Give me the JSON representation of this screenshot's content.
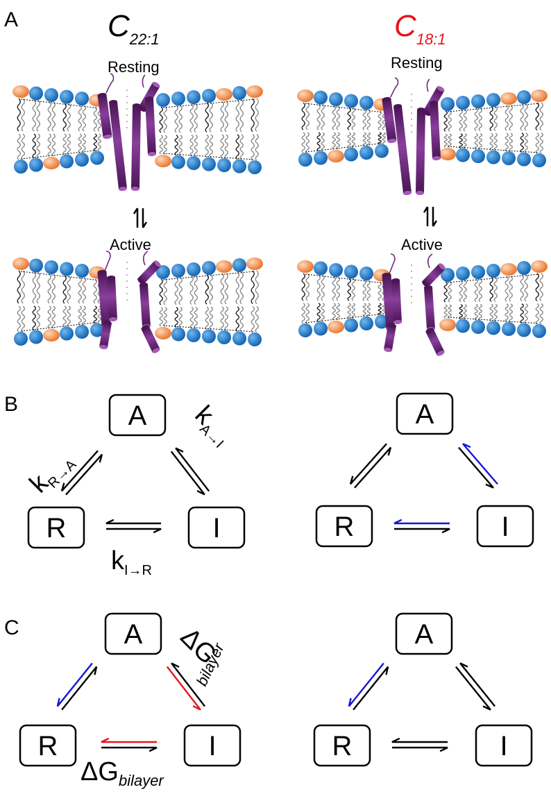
{
  "panels": {
    "a": {
      "letter": "A",
      "left": {
        "title_main": "C",
        "title_sub": "22:1",
        "title_color": "#000000",
        "resting_label": "Resting",
        "active_label": "Active"
      },
      "right": {
        "title_main": "C",
        "title_sub": "18:1",
        "title_color": "#e8141b",
        "resting_label": "Resting",
        "active_label": "Active"
      }
    },
    "b": {
      "letter": "B",
      "states": {
        "a": "A",
        "r": "R",
        "i": "I"
      },
      "rates": {
        "r_to_a": {
          "k": "k",
          "sub": "R→A"
        },
        "a_to_i": {
          "k": "k",
          "sub": "A→I"
        },
        "i_to_r": {
          "k": "k",
          "sub": "I→R"
        }
      }
    },
    "c": {
      "letter": "C",
      "states": {
        "a": "A",
        "r": "R",
        "i": "I"
      },
      "dg_right": {
        "delta": "ΔG",
        "sub": "bilayer"
      },
      "dg_bottom": {
        "delta": "ΔG",
        "sub": "bilayer"
      }
    }
  },
  "colors": {
    "headgroup_blue": "#1f78c8",
    "headgroup_orange": "#f08a3c",
    "protein": "#6e2a7e",
    "arrow_black": "#000000",
    "arrow_blue": "#1515d4",
    "arrow_red": "#e8141b"
  }
}
